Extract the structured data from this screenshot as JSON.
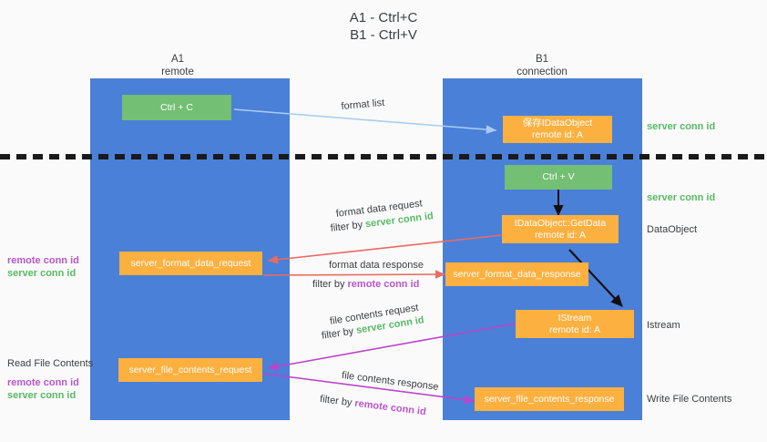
{
  "title": {
    "line1": "A1 - Ctrl+C",
    "line2": "B1 - Ctrl+V"
  },
  "columns": [
    {
      "id": "a1",
      "name": "A1",
      "sub": "remote"
    },
    {
      "id": "b1",
      "name": "B1",
      "sub": "connection"
    }
  ],
  "boxes": {
    "ctrl_c": {
      "label": "Ctrl + C"
    },
    "ctrl_v": {
      "label": "Ctrl + V"
    },
    "save_dataobject": {
      "line1": "保存IDataObject",
      "line2": "remote id: A"
    },
    "getdata": {
      "line1": "IDataObject::GetData",
      "line2": "remote id: A"
    },
    "istream": {
      "line1": "IStream",
      "line2": "remote id: A"
    },
    "format_data_request": {
      "label": "server_format_data_request"
    },
    "format_data_response": {
      "label": "server_format_data_response"
    },
    "file_contents_request": {
      "label": "server_file_contents_request"
    },
    "file_contents_response": {
      "label": "server_file_contents_response"
    }
  },
  "edge_labels": {
    "format_list": "format list",
    "format_data_request": "format data request",
    "format_data_request_filter_prefix": "filter by ",
    "format_data_request_filter_value": "server conn id",
    "format_data_response": "format data response",
    "format_data_response_filter_prefix": "filter by ",
    "format_data_response_filter_value": "remote conn id",
    "file_contents_request": "file contents request",
    "file_contents_request_filter_prefix": "filter by ",
    "file_contents_request_filter_value": "server conn id",
    "file_contents_response": "file contents response",
    "file_contents_response_filter_prefix": "filter by ",
    "file_contents_response_filter_value": "remote conn id"
  },
  "right_labels": {
    "server_conn_id_top": "server conn id",
    "server_conn_id_mid": "server conn id",
    "dataobject": "DataObject",
    "istream": "Istream",
    "write_file_contents": "Write File Contents"
  },
  "left_labels": {
    "remote_conn_id_upper": "remote conn id",
    "server_conn_id_upper": "server conn id",
    "read_file_contents": "Read File Contents",
    "remote_conn_id_lower": "remote conn id",
    "server_conn_id_lower": "server conn id"
  },
  "colors": {
    "lane": "#4a80d8",
    "green_box": "#73bf73",
    "orange_box": "#fbb040",
    "green_text": "#57bb63",
    "magenta_text": "#bb55cc",
    "arrow_blue": "#a9cdef",
    "arrow_red": "#e86b63",
    "arrow_magenta": "#bb44cc",
    "arrow_black": "#111111",
    "background": "#fafafa"
  }
}
